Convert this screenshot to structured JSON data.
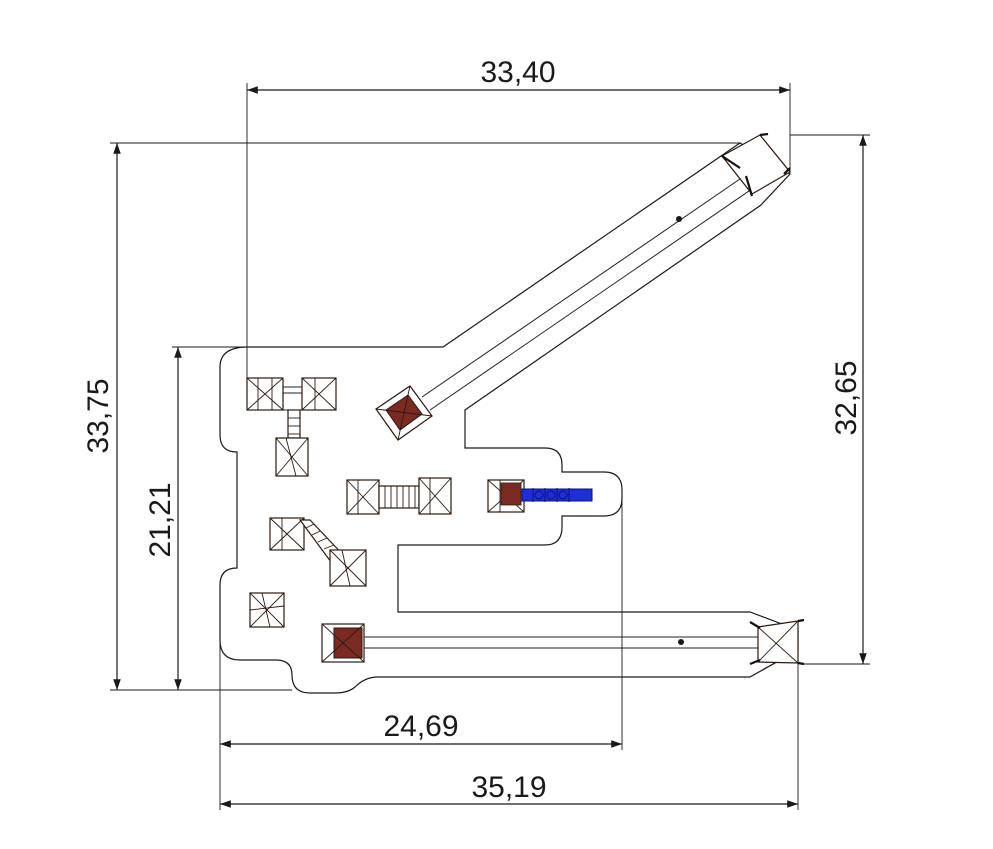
{
  "dimensions": {
    "top_width": "33,40",
    "overall_height": "33,75",
    "inner_height": "21,21",
    "right_height": "32,65",
    "inner_width": "24,69",
    "overall_width": "35,19"
  },
  "colors": {
    "line": "#1a1a1a",
    "equipment": "#2b1a12",
    "deck_red": "#7a2a22",
    "slide_blue": "#1f2fd6"
  }
}
